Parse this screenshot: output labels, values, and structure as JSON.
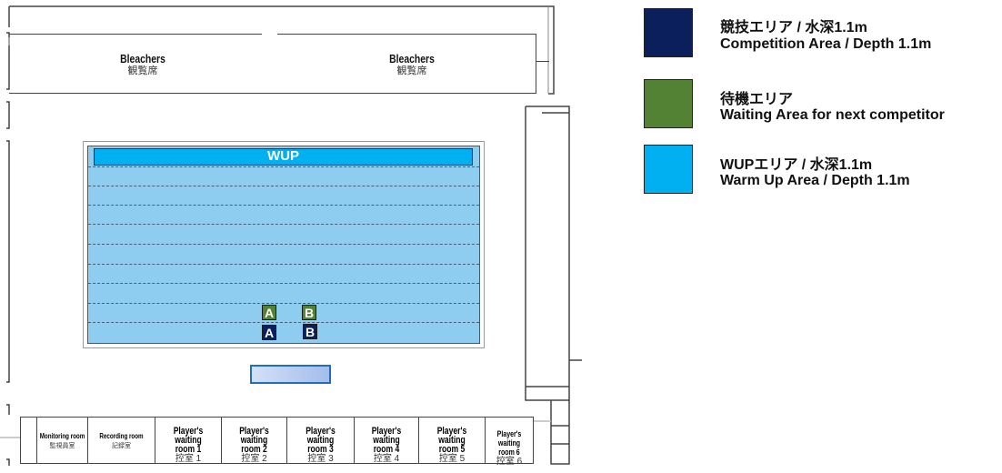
{
  "floor_plan": {
    "bleachers": [
      {
        "en": "Bleachers",
        "jp": "観覧席"
      },
      {
        "en": "Bleachers",
        "jp": "観覧席"
      }
    ],
    "pool": {
      "wup_label": "WUP",
      "markers": {
        "waiting_a": "A",
        "waiting_b": "B",
        "competition_a": "A",
        "competition_b": "B"
      }
    },
    "rooms": [
      {
        "en": "Monitoring room",
        "jp": "監視員室"
      },
      {
        "en": "Recording room",
        "jp": "記録室"
      },
      {
        "en": "Player's waiting room 1",
        "jp": "控室 1"
      },
      {
        "en": "Player's waiting room 2",
        "jp": "控室 2"
      },
      {
        "en": "Player's waiting room 3",
        "jp": "控室 3"
      },
      {
        "en": "Player's waiting room 4",
        "jp": "控室 4"
      },
      {
        "en": "Player's waiting room 5",
        "jp": "控室 5"
      },
      {
        "en": "Player's waiting room 6",
        "jp": "控室 6"
      }
    ]
  },
  "legend": [
    {
      "jp": "競技エリア / 水深1.1m",
      "en": "Competition Area / Depth 1.1m",
      "color": "#0b1f5c"
    },
    {
      "jp": "待機エリア",
      "en": "Waiting Area for next competitor",
      "color": "#548235"
    },
    {
      "jp": "WUPエリア / 水深1.1m",
      "en": "Warm Up Area / Depth 1.1m",
      "color": "#00b0f0"
    }
  ],
  "colors": {
    "pool_water": "#8ecdf0",
    "competition": "#0b1f5c",
    "waiting": "#548235",
    "wup": "#00b0f0"
  }
}
